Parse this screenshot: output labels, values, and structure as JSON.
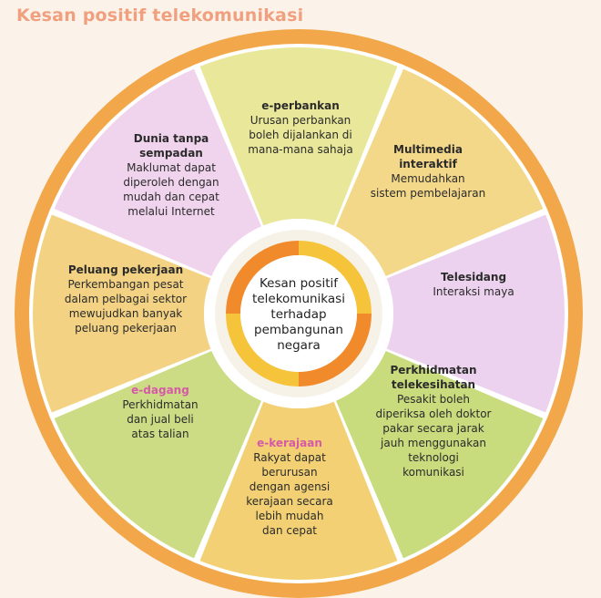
{
  "title": "Kesan positif telekomunikasi",
  "center": {
    "lines": [
      "Kesan positif",
      "telekomunikasi",
      "terhadap",
      "pembangunan",
      "negara"
    ]
  },
  "segments": [
    {
      "name": "e-perbankan",
      "title_lines": [
        "e-perbankan"
      ],
      "body_lines": [
        "Urusan perbankan",
        "boleh dijalankan di",
        "mana-mana sahaja"
      ],
      "fill": "#e9e79a",
      "title_color": "#2b2b2b"
    },
    {
      "name": "multimedia-interaktif",
      "title_lines": [
        "Multimedia",
        "interaktif"
      ],
      "body_lines": [
        "Memudahkan",
        "sistem pembelajaran"
      ],
      "fill": "#f3d88a",
      "title_color": "#2b2b2b"
    },
    {
      "name": "telesidang",
      "title_lines": [
        "Telesidang"
      ],
      "body_lines": [
        "Interaksi maya"
      ],
      "fill": "#ecd2ee",
      "title_color": "#2b2b2b"
    },
    {
      "name": "perkhidmatan-telekesihatan",
      "title_lines": [
        "Perkhidmatan",
        "telekesihatan"
      ],
      "body_lines": [
        "Pesakit boleh",
        "diperiksa oleh doktor",
        "pakar secara jarak",
        "jauh menggunakan",
        "teknologi",
        "komunikasi"
      ],
      "fill": "#c8db7d",
      "title_color": "#2b2b2b"
    },
    {
      "name": "e-kerajaan",
      "title_lines": [
        "e-kerajaan"
      ],
      "body_lines": [
        "Rakyat dapat",
        "berurusan",
        "dengan agensi",
        "kerajaan secara",
        "lebih mudah",
        "dan cepat"
      ],
      "fill": "#f2d073",
      "title_color": "#d65aa7"
    },
    {
      "name": "e-dagang",
      "title_lines": [
        "e-dagang"
      ],
      "body_lines": [
        "Perkhidmatan",
        "dan jual beli",
        "atas talian"
      ],
      "fill": "#ccdc85",
      "title_color": "#d65aa7"
    },
    {
      "name": "peluang-pekerjaan",
      "title_lines": [
        "Peluang pekerjaan"
      ],
      "body_lines": [
        "Perkembangan pesat",
        "dalam pelbagai sektor",
        "mewujudkan banyak",
        "peluang pekerjaan"
      ],
      "fill": "#f3d283",
      "title_color": "#2b2b2b"
    },
    {
      "name": "dunia-tanpa-sempadan",
      "title_lines": [
        "Dunia tanpa",
        "sempadan"
      ],
      "body_lines": [
        "Maklumat dapat",
        "diperoleh dengan",
        "mudah dan cepat",
        "melalui Internet"
      ],
      "fill": "#f0d3ec",
      "title_color": "#2b2b2b"
    }
  ],
  "colors": {
    "outer_ring": "#f2a84a",
    "divider": "#ffffff",
    "hub_orange": "#f08a2a",
    "hub_yellow": "#f5c43a",
    "hub_center": "#ffffff"
  }
}
